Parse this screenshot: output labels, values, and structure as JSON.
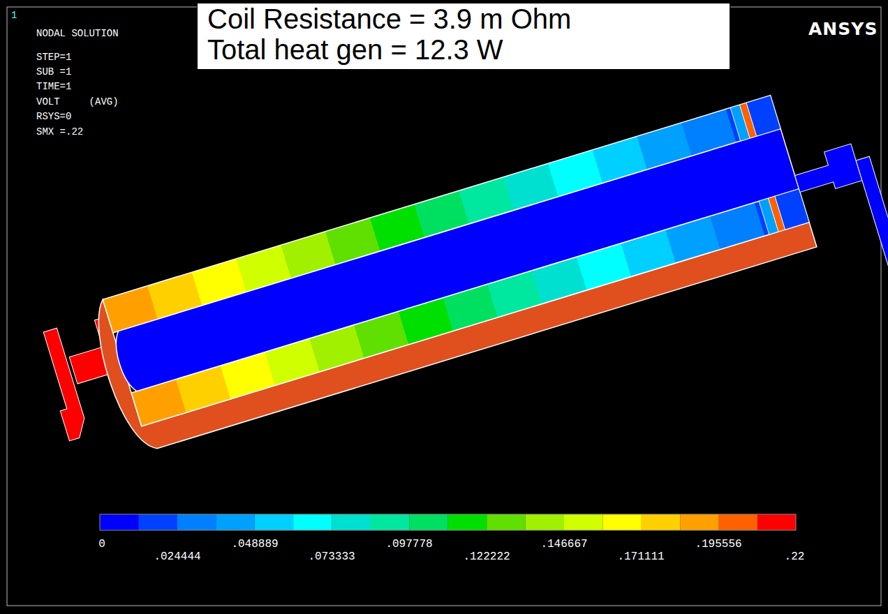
{
  "diagram": {
    "nodes": [
      {
        "text": [
          "Coil Resistance = 3.9 m Ohm",
          "Total heat gen = 12.3 W"
        ]
      }
    ],
    "labels": [
      "1",
      "NODAL SOLUTION",
      "STEP=1",
      "SUB =1",
      "TIME=1",
      "VOLT     (AVG)",
      "RSYS=0",
      "SMX =.22",
      "ANSYS",
      "0",
      ".024444",
      ".048889",
      ".073333",
      ".097778",
      ".122222",
      ".146667",
      ".171111",
      ".195556",
      ".22"
    ]
  }
}
